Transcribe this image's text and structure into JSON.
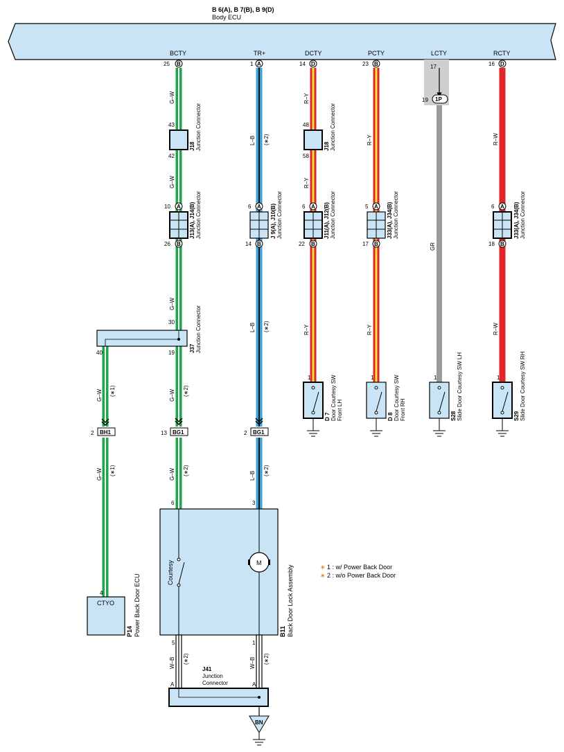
{
  "header": {
    "connectors": "B 6(A), B 7(B), B 9(D)",
    "ecu_name": "Body ECU"
  },
  "ecu_terminals": [
    {
      "name": "BCTY",
      "pin": "25",
      "letter": "B"
    },
    {
      "name": "TR+",
      "pin": "1",
      "letter": "A"
    },
    {
      "name": "DCTY",
      "pin": "14",
      "letter": "D"
    },
    {
      "name": "PCTY",
      "pin": "23",
      "letter": "B"
    },
    {
      "name": "LCTY",
      "pin": "17",
      "letter": ""
    },
    {
      "name": "RCTY",
      "pin": "16",
      "letter": "D"
    }
  ],
  "colors": {
    "ecu_fill": "#c9e4f5",
    "green": "#1fa54a",
    "blue": "#3aa3dc",
    "red": "#e0252b",
    "yellow": "#f3e33a",
    "gray": "#9a9a9a",
    "shade": "#cfcfcf"
  },
  "pin19": "19",
  "pin1p": "1P",
  "wires": {
    "gw": "G–W",
    "lb": "L–B",
    "ry": "R–Y",
    "rw": "R–W",
    "gr": "GR",
    "wb": "W–B",
    "note1": "(∗1)",
    "note2": "(∗2)"
  },
  "j18": {
    "code": "J18",
    "desc": "Junction Connector"
  },
  "j13": {
    "code": "J13(A), J14(B)",
    "desc": "Junction Connector"
  },
  "j9": {
    "code": "J 9(A), J10(B)",
    "desc": "Junction Connector"
  },
  "j11": {
    "code": "J11(A), J12(B)",
    "desc": "Junction Connector"
  },
  "j33": {
    "code": "J33(A), J34(B)",
    "desc": "Junction Connector"
  },
  "j37": {
    "code": "J37",
    "desc": "Junction Connector"
  },
  "pins": {
    "p43": "43",
    "p42": "42",
    "p48": "48",
    "p58": "58",
    "p10": "10",
    "p26": "26",
    "p6": "6",
    "p14": "14",
    "p22": "22",
    "p5": "5",
    "p17": "17",
    "p18": "18",
    "p30": "30",
    "p40": "40",
    "p19": "19",
    "p1": "1",
    "p2": "2",
    "p13": "13",
    "p3": "3",
    "p4": "4",
    "pA": "A",
    "pB": "B"
  },
  "switches": [
    {
      "code": "D 7",
      "desc": "Door Courtesy SW",
      "desc2": "Front LH"
    },
    {
      "code": "D 8",
      "desc": "Door Courtesy SW",
      "desc2": "Front RH"
    },
    {
      "code": "S28",
      "desc": "Slide Door Courtesy SW LH",
      "desc2": ""
    },
    {
      "code": "S29",
      "desc": "Slide Door Courtesy SW RH",
      "desc2": ""
    }
  ],
  "splices": {
    "bh1": "BH1",
    "bg1": "BG1"
  },
  "p14": {
    "code": "P14",
    "desc": "Power Back Door ECU",
    "terminal": "CTYO"
  },
  "b11": {
    "code": "B11",
    "desc": "Back Door Lock Assembly",
    "courtesy": "Courtesy",
    "motor": "M"
  },
  "j41": {
    "code": "J41",
    "desc1": "Junction",
    "desc2": "Connector"
  },
  "ground": {
    "bn": "BN"
  },
  "legend": [
    {
      "mark": "∗",
      "text": " 1 : w/ Power Back Door"
    },
    {
      "mark": "∗",
      "text": " 2 : w/o Power Back Door"
    }
  ]
}
